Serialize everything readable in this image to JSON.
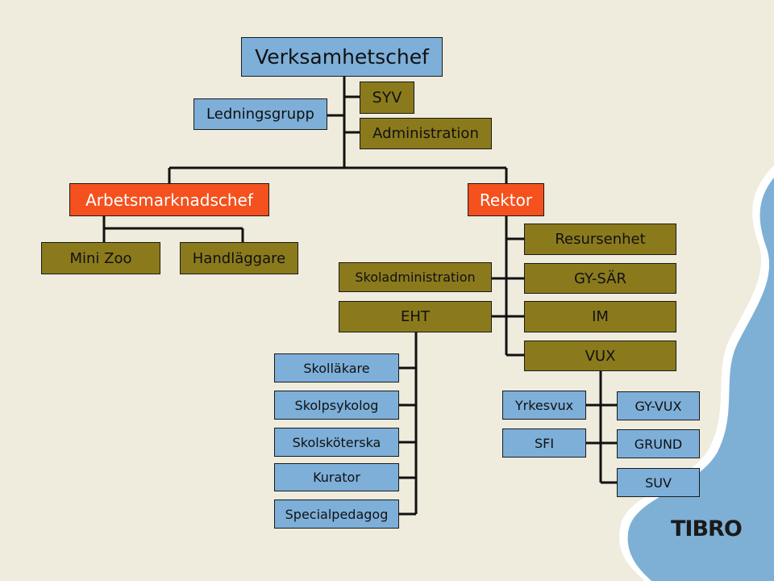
{
  "nodes": {
    "verksamhetschef": "Verksamhetschef",
    "ledningsgrupp": "Ledningsgrupp",
    "syv": "SYV",
    "administration": "Administration",
    "arbetsmarknadschef": "Arbetsmarknadschef",
    "rektor": "Rektor",
    "mini_zoo": "Mini Zoo",
    "handlaggare": "Handläggare",
    "resursenhet": "Resursenhet",
    "skoladministration": "Skoladministration",
    "gy_sar": "GY-SÄR",
    "eht": "EHT",
    "im": "IM",
    "vux": "VUX",
    "skollakare": "Skolläkare",
    "skolpsykolog": "Skolpsykolog",
    "skolskoterska": "Skolsköterska",
    "kurator": "Kurator",
    "specialpedagog": "Specialpedagog",
    "yrkesvux": "Yrkesvux",
    "sfi": "SFI",
    "gy_vux": "GY-VUX",
    "grund": "GRUND",
    "suv": "SUV"
  },
  "logo": {
    "text": "TIBRO"
  },
  "colors": {
    "background": "#efebdd",
    "water": "#7eb0d6",
    "shore": "#ffffff",
    "blue_box": "#7dafd9",
    "olive_box": "#8a7a1c",
    "red_box": "#f4511e"
  }
}
